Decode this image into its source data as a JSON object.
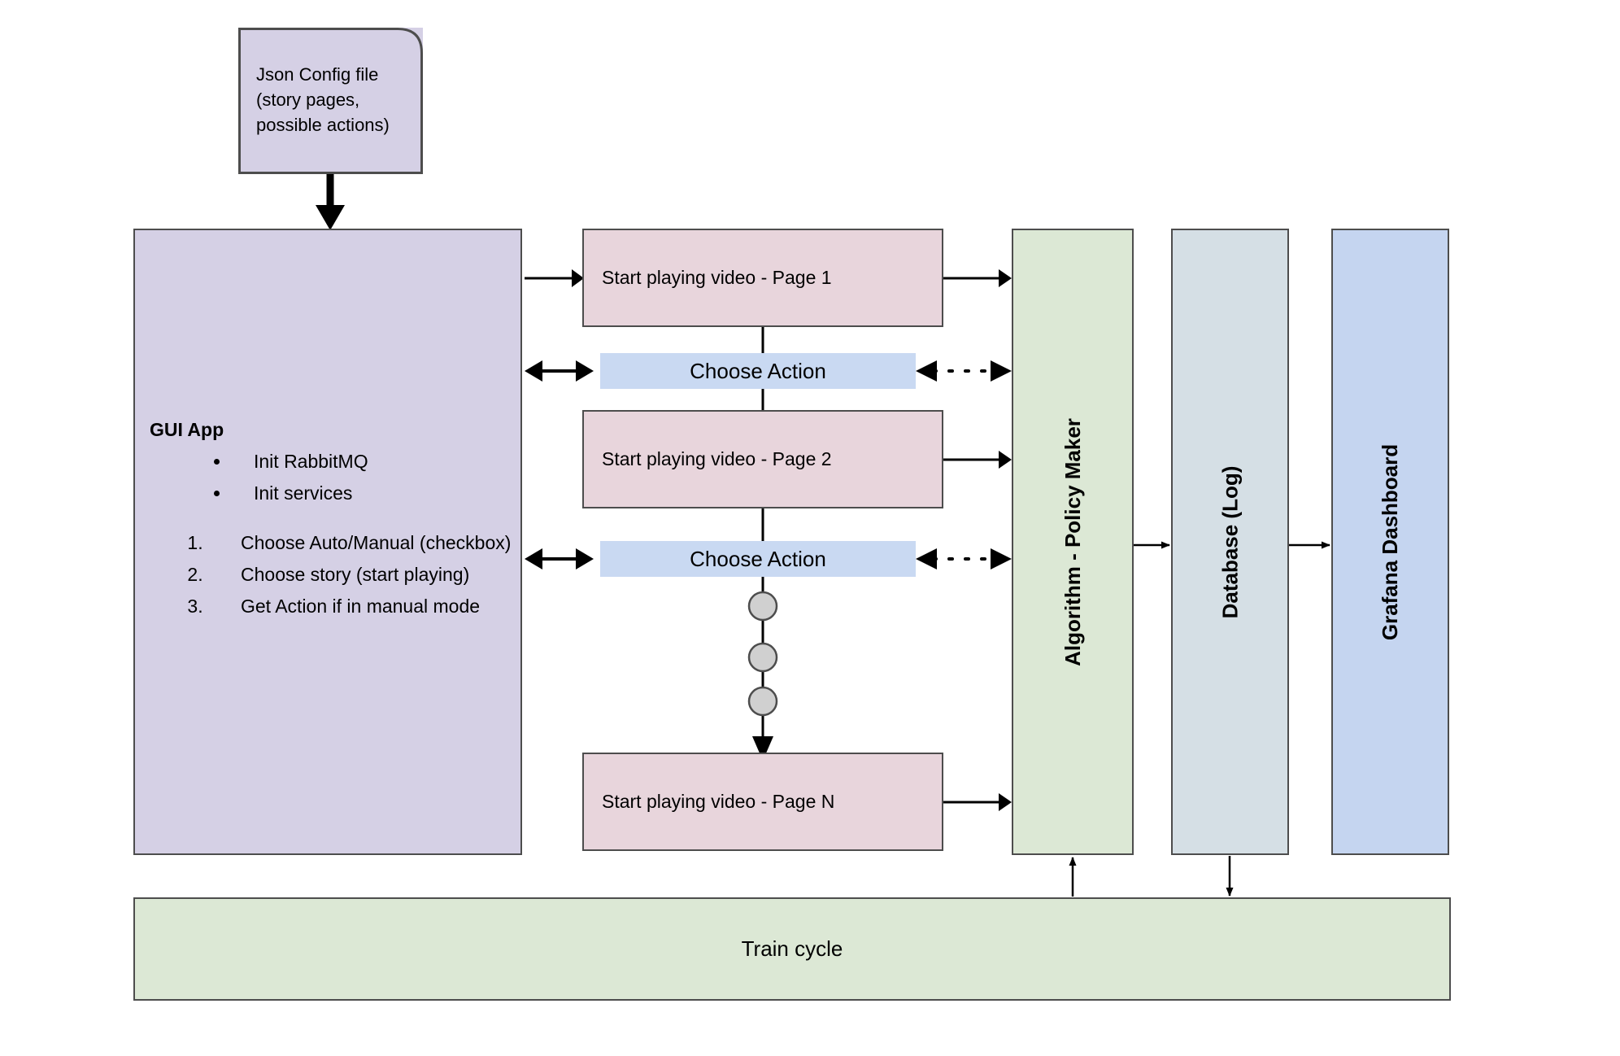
{
  "diagram": {
    "title": "GUI App / Policy Maker architecture flow",
    "background": "#ffffff"
  },
  "config_file": {
    "name": "json-config-file",
    "text": "Json Config file\n(story pages,\npossible actions)",
    "fill": "#d5d0e5",
    "stroke": "#4d4d4d"
  },
  "gui_app": {
    "title": "GUI App",
    "bullets": [
      "Init RabbitMQ",
      "Init services"
    ],
    "numbered": [
      "Choose Auto/Manual (checkbox)",
      "Choose story (start playing)",
      "Get Action if in manual mode"
    ],
    "fill": "#d5d0e5",
    "stroke": "#4d4d4d"
  },
  "video_steps": [
    {
      "label": "Start playing video - Page 1",
      "fill": "#e8d5dc"
    },
    {
      "label": "Start playing video - Page 2",
      "fill": "#e8d5dc"
    },
    {
      "label": "Start playing video - Page N",
      "fill": "#e8d5dc"
    }
  ],
  "action_steps": [
    {
      "label": "Choose Action",
      "fill": "#c9d9f2"
    },
    {
      "label": "Choose Action",
      "fill": "#c9d9f2"
    }
  ],
  "ellipsis": {
    "name": "vertical-ellipsis-nodes",
    "count": 3,
    "fill": "#d0d0d0"
  },
  "services": [
    {
      "label": "Algorithm - Policy  Maker",
      "fill": "#dce8d5",
      "stroke": "#4d4d4d"
    },
    {
      "label": "Database (Log)",
      "fill": "#d5dfe5",
      "stroke": "#4d4d4d"
    },
    {
      "label": "Grafana Dashboard",
      "fill": "#c5d5f0",
      "stroke": "#4d4d4d"
    }
  ],
  "train_cycle": {
    "label": "Train cycle",
    "fill": "#dce8d5",
    "stroke": "#4d4d4d"
  },
  "connectors": {
    "stroke": "#000000",
    "items": [
      {
        "name": "config-to-gui-app",
        "style": "solid-thick",
        "direction": "down"
      },
      {
        "name": "gui-app-to-video-1",
        "style": "solid",
        "direction": "right"
      },
      {
        "name": "gui-app-to-action-1",
        "style": "solid",
        "direction": "both"
      },
      {
        "name": "gui-app-to-action-2",
        "style": "solid",
        "direction": "both"
      },
      {
        "name": "action-1-to-algorithm",
        "style": "dotted",
        "direction": "both"
      },
      {
        "name": "action-2-to-algorithm",
        "style": "dotted",
        "direction": "both"
      },
      {
        "name": "video-1-to-algorithm",
        "style": "solid",
        "direction": "right"
      },
      {
        "name": "video-2-to-algorithm",
        "style": "solid",
        "direction": "right"
      },
      {
        "name": "video-n-to-algorithm",
        "style": "solid",
        "direction": "right"
      },
      {
        "name": "video-1-to-action-1",
        "style": "solid",
        "direction": "none"
      },
      {
        "name": "action-1-to-video-2",
        "style": "solid",
        "direction": "none"
      },
      {
        "name": "video-2-to-action-2",
        "style": "solid",
        "direction": "none"
      },
      {
        "name": "action-2-to-video-n",
        "style": "solid",
        "direction": "down"
      },
      {
        "name": "algorithm-to-database",
        "style": "solid-thin",
        "direction": "right"
      },
      {
        "name": "database-to-grafana",
        "style": "solid-thin",
        "direction": "right"
      },
      {
        "name": "train-cycle-to-algorithm",
        "style": "solid-thin",
        "direction": "up"
      },
      {
        "name": "database-to-train-cycle",
        "style": "solid-thin",
        "direction": "down"
      }
    ]
  }
}
